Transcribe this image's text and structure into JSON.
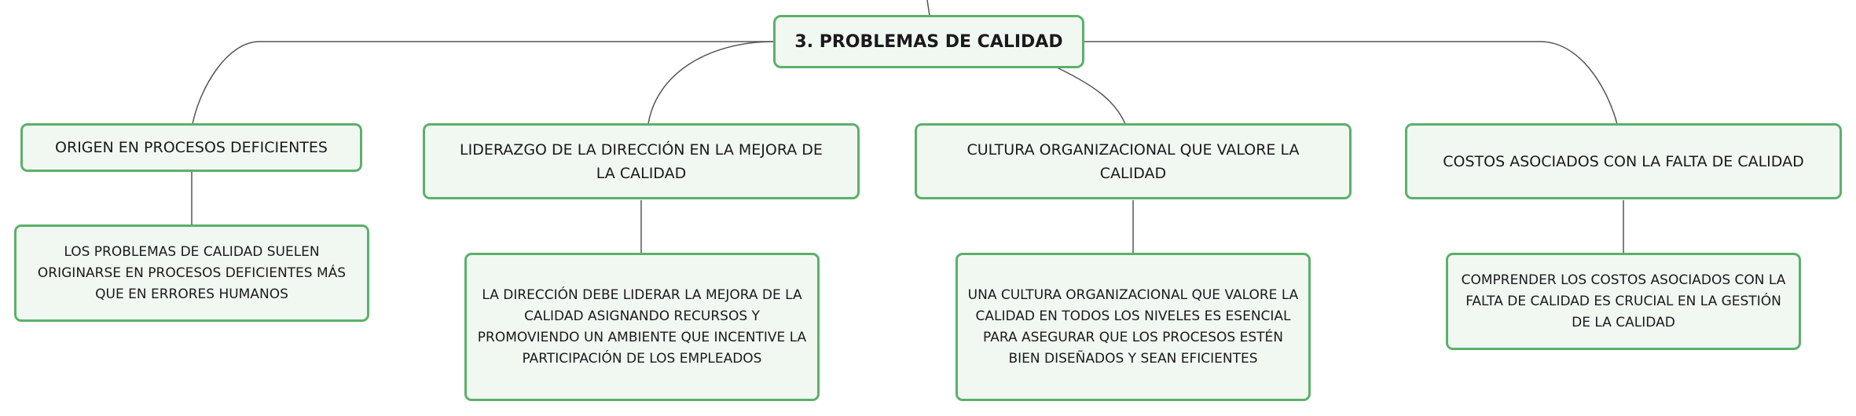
{
  "root": {
    "label": "3. PROBLEMAS DE CALIDAD"
  },
  "branches": [
    {
      "label": "ORIGEN EN PROCESOS DEFICIENTES",
      "detail": "LOS PROBLEMAS DE CALIDAD SUELEN ORIGINARSE EN PROCESOS DEFICIENTES MÁS QUE EN ERRORES HUMANOS"
    },
    {
      "label": "LIDERAZGO DE LA DIRECCIÓN EN LA MEJORA DE LA CALIDAD",
      "detail": "LA DIRECCIÓN DEBE LIDERAR LA MEJORA DE LA CALIDAD ASIGNANDO RECURSOS Y PROMOVIENDO UN AMBIENTE QUE INCENTIVE LA PARTICIPACIÓN DE LOS EMPLEADOS"
    },
    {
      "label": "CULTURA ORGANIZACIONAL QUE VALORE LA CALIDAD",
      "detail": "UNA CULTURA ORGANIZACIONAL QUE VALORE LA CALIDAD EN TODOS LOS NIVELES ES ESENCIAL PARA ASEGURAR QUE LOS PROCESOS ESTÉN BIEN DISEÑADOS Y SEAN EFICIENTES"
    },
    {
      "label": "COSTOS ASOCIADOS CON LA FALTA DE CALIDAD",
      "detail": "COMPRENDER LOS COSTOS ASOCIADOS CON LA FALTA DE CALIDAD ES CRUCIAL EN LA GESTIÓN DE LA CALIDAD"
    }
  ],
  "colors": {
    "node_border": "#5bb06a",
    "node_fill": "#f1f8f2",
    "connector": "#555555",
    "text": "#1a1a1a"
  }
}
